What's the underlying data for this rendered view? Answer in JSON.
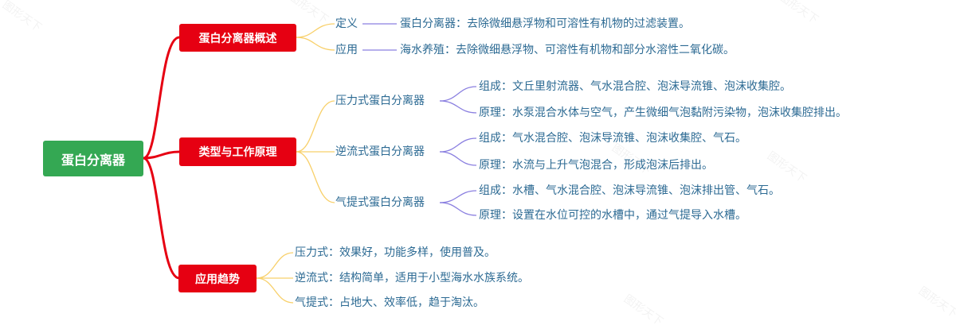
{
  "root": {
    "label": "蛋白分离器",
    "color": "#34a853"
  },
  "branches": [
    {
      "label": "蛋白分离器概述",
      "color": "#e60012",
      "children": [
        {
          "label": "定义",
          "detail": "蛋白分离器：去除微细悬浮物和可溶性有机物的过滤装置。"
        },
        {
          "label": "应用",
          "detail": "海水养殖：去除微细悬浮物、可溶性有机物和部分水溶性二氧化碳。"
        }
      ]
    },
    {
      "label": "类型与工作原理",
      "color": "#e60012",
      "children": [
        {
          "label": "压力式蛋白分离器",
          "children": [
            {
              "label": "组成：文丘里射流器、气水混合腔、泡沫导流锥、泡沫收集腔。"
            },
            {
              "label": "原理：水泵混合水体与空气，产生微细气泡黏附污染物，泡沫收集腔排出。"
            }
          ]
        },
        {
          "label": "逆流式蛋白分离器",
          "children": [
            {
              "label": "组成：气水混合腔、泡沫导流锥、泡沫收集腔、气石。"
            },
            {
              "label": "原理：水流与上升气泡混合，形成泡沫后排出。"
            }
          ]
        },
        {
          "label": "气提式蛋白分离器",
          "children": [
            {
              "label": "组成：水槽、气水混合腔、泡沫导流锥、泡沫排出管、气石。"
            },
            {
              "label": "原理：设置在水位可控的水槽中，通过气提导入水槽。"
            }
          ]
        }
      ]
    },
    {
      "label": "应用趋势",
      "color": "#e60012",
      "children": [
        {
          "label": "压力式：效果好，功能多样，使用普及。"
        },
        {
          "label": "逆流式：结构简单，适用于小型海水水族系统。"
        },
        {
          "label": "气提式：占地大、效率低，趋于淘汰。"
        }
      ]
    }
  ],
  "colors": {
    "trunk": "#e60012",
    "level2_line": "#f8d06a",
    "level3_line": "#8a7fe0",
    "text": "#2c6a93"
  },
  "watermark": "图形天下"
}
